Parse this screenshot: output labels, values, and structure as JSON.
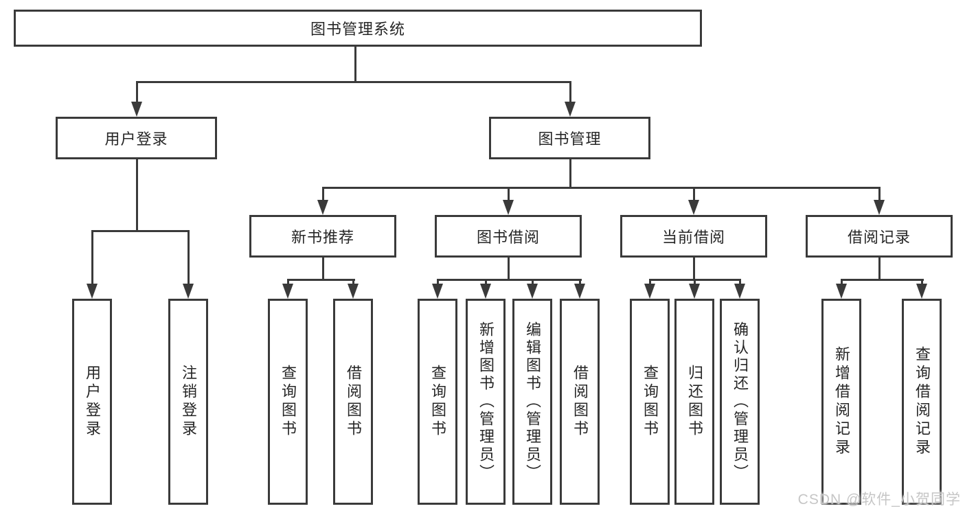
{
  "diagram": {
    "root": {
      "label": "图书管理系统"
    },
    "level2": [
      {
        "label": "用户登录"
      },
      {
        "label": "图书管理"
      }
    ],
    "level3": [
      {
        "label": "新书推荐"
      },
      {
        "label": "图书借阅"
      },
      {
        "label": "当前借阅"
      },
      {
        "label": "借阅记录"
      }
    ],
    "leaves": {
      "user": [
        "用户登录",
        "注销登录"
      ],
      "recommend": [
        "查询图书",
        "借阅图书"
      ],
      "borrow": [
        "查询图书",
        "新增图书（管理员）",
        "编辑图书（管理员）",
        "借阅图书"
      ],
      "current": [
        "查询图书",
        "归还图书",
        "确认归还（管理员）"
      ],
      "records": [
        "新增借阅记录",
        "查询借阅记录"
      ]
    }
  },
  "watermark": "CSDN @软件_小贺同学",
  "colors": {
    "line": "#3a3a3a",
    "text": "#262626",
    "watermark": "#c6c6c6",
    "background": "#ffffff"
  }
}
